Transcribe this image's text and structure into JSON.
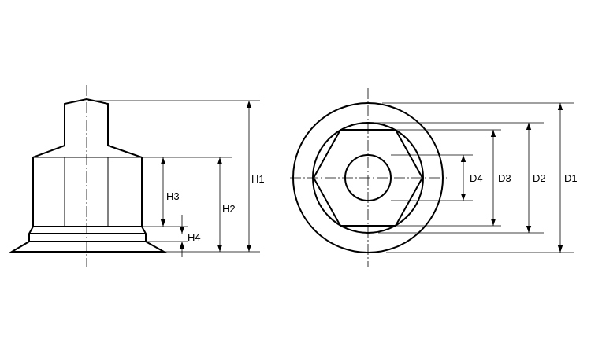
{
  "side_view": {
    "labels": {
      "h1": "H1",
      "h2": "H2",
      "h3": "H3",
      "h4": "H4"
    }
  },
  "top_view": {
    "labels": {
      "d1": "D1",
      "d2": "D2",
      "d3": "D3",
      "d4": "D4"
    }
  }
}
